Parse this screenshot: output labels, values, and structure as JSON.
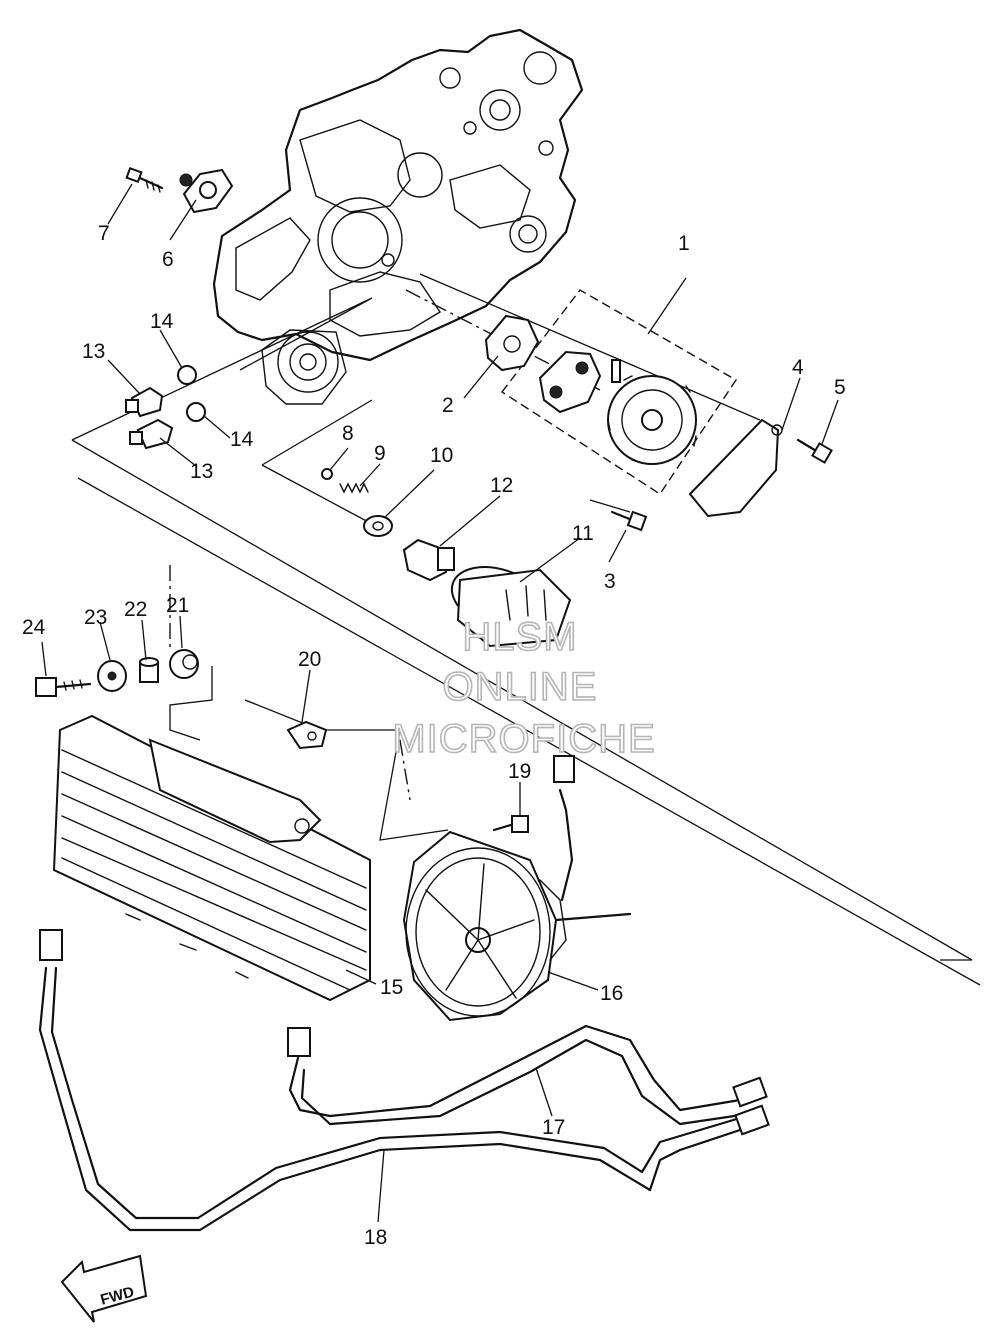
{
  "callouts": {
    "c1": "1",
    "c2": "2",
    "c3": "3",
    "c4": "4",
    "c5": "5",
    "c6": "6",
    "c7": "7",
    "c8": "8",
    "c9": "9",
    "c10": "10",
    "c11": "11",
    "c12": "12",
    "c13a": "13",
    "c13b": "13",
    "c14a": "14",
    "c14b": "14",
    "c15": "15",
    "c16": "16",
    "c17": "17",
    "c18": "18",
    "c19": "19",
    "c20": "20",
    "c21": "21",
    "c22": "22",
    "c23": "23",
    "c24": "24"
  },
  "watermark": {
    "line1": "HLSM",
    "line2": "ONLINE",
    "line3": "MICROFICHE"
  },
  "direction_marker": {
    "label": "FWD"
  }
}
